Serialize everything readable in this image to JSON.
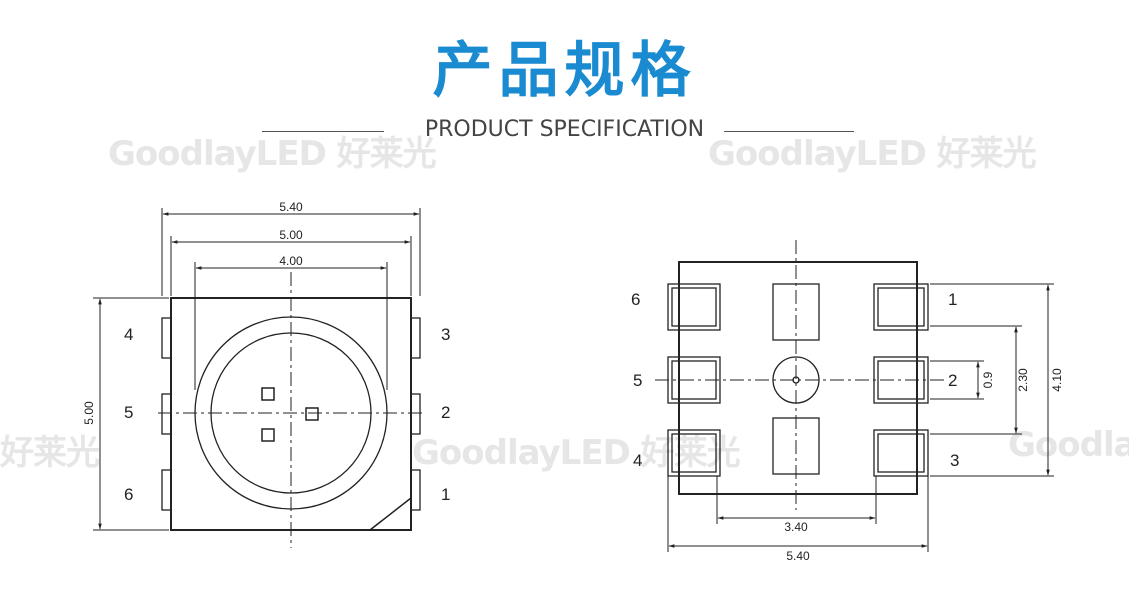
{
  "header": {
    "title_cn": "产品规格",
    "subtitle_en": "PRODUCT SPECIFICATION"
  },
  "watermark": {
    "brand": "GoodlayLED 好莱光",
    "brand_short": "Goodla",
    "brand_cn": "好莱光"
  },
  "colors": {
    "title": "#1a8bd0",
    "watermark": "#e6e6e6",
    "lines": "#222222"
  },
  "front_view": {
    "dim_top_outer": "5.40",
    "dim_top_mid": "5.00",
    "dim_top_inner": "4.00",
    "dim_left": "5.00",
    "pins": {
      "p1": "1",
      "p2": "2",
      "p3": "3",
      "p4": "4",
      "p5": "5",
      "p6": "6"
    }
  },
  "bottom_view": {
    "dim_bottom_inner": "3.40",
    "dim_bottom_outer": "5.40",
    "dim_right_small": "0.9",
    "dim_right_mid": "2.30",
    "dim_right_outer": "4.10",
    "pins": {
      "p1": "1",
      "p2": "2",
      "p3": "3",
      "p4": "4",
      "p5": "5",
      "p6": "6"
    }
  }
}
